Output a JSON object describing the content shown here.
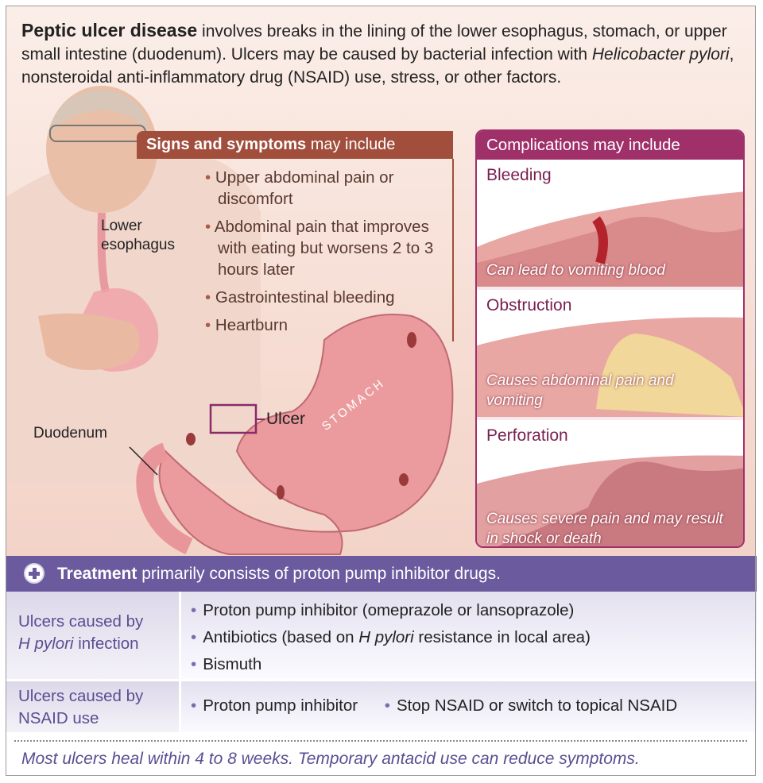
{
  "intro": {
    "title": "Peptic ulcer disease",
    "text1": " involves breaks in the lining of the lower esophagus, stomach, or upper small intestine (duodenum). Ulcers may be caused by bacterial infection with ",
    "italic": "Helicobacter pylori",
    "text2": ", nonsteroidal anti-inflammatory drug (NSAID) use, stress, or other factors."
  },
  "signs": {
    "header_bold": "Signs and symptoms",
    "header_rest": " may include",
    "items": [
      "Upper abdominal pain or discomfort",
      "Abdominal pain that improves with eating but worsens 2 to 3 hours later",
      "Gastrointestinal bleeding",
      "Heartburn"
    ]
  },
  "anatomy_labels": {
    "esophagus": "Lower esophagus",
    "duodenum": "Duodenum",
    "ulcer": "Ulcer",
    "stomach": "STOMACH"
  },
  "complications": {
    "header": "Complications may include",
    "items": [
      {
        "title": "Bleeding",
        "caption": "Can lead to vomiting blood"
      },
      {
        "title": "Obstruction",
        "caption": "Causes abdominal pain and vomiting"
      },
      {
        "title": "Perforation",
        "caption": "Causes severe pain and may result in shock or death"
      }
    ]
  },
  "treatment": {
    "bold": "Treatment",
    "rest": " primarily consists of proton pump inhibitor drugs.",
    "rows": [
      {
        "label_a": "Ulcers caused by",
        "label_b_italic": "H pylori",
        "label_b_rest": " infection",
        "items": [
          "Proton pump inhibitor (omeprazole or lansoprazole)",
          "Antibiotics (based on ",
          "H pylori",
          " resistance in local area)",
          "Bismuth"
        ]
      },
      {
        "label_a": "Ulcers caused by",
        "label_b": "NSAID use",
        "items": [
          "Proton pump inhibitor",
          "Stop NSAID or switch to topical NSAID"
        ]
      }
    ],
    "bullet": "•"
  },
  "footer": "Most ulcers heal within 4 to 8 weeks. Temporary antacid use can reduce symptoms.",
  "colors": {
    "signs": "#a14e3c",
    "complications": "#a0306a",
    "treatment": "#6b5b9e"
  }
}
